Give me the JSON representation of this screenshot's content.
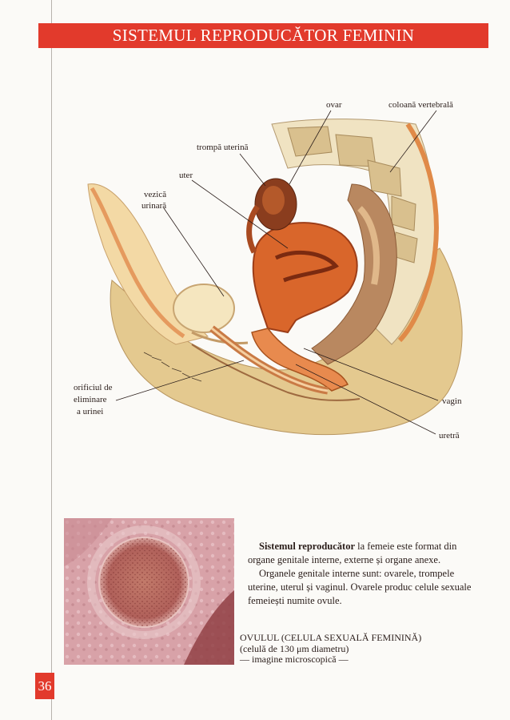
{
  "header": {
    "title": "SISTEMUL REPRODUCĂTOR FEMININ"
  },
  "diagram": {
    "labels": {
      "ovar": "ovar",
      "coloana": "coloană vertebrală",
      "trompa": "trompă uterină",
      "uter": "uter",
      "vezica_1": "vezică",
      "vezica_2": "urinară",
      "orificiu_1": "orificiul de",
      "orificiu_2": "eliminare",
      "orificiu_3": "a urinei",
      "vagin": "vagin",
      "uretra": "uretră"
    }
  },
  "description": {
    "p1_bold": "Sistemul reproducător",
    "p1_rest": " la femeie este format din organe genitale interne, externe și organe anexe.",
    "p2": "Organele genitale interne sunt: ovarele, trompele uterine, uterul și vaginul. Ovarele produc celule sexuale femeiești numite ovule."
  },
  "caption": {
    "line1": "OVULUL (CELULA SEXUALĂ FEMININĂ)",
    "line2": "(celulă de 130 μm diametru)",
    "line3": "— imagine microscopică —"
  },
  "page": {
    "number": "36"
  },
  "colors": {
    "accent": "#e23a2c"
  }
}
